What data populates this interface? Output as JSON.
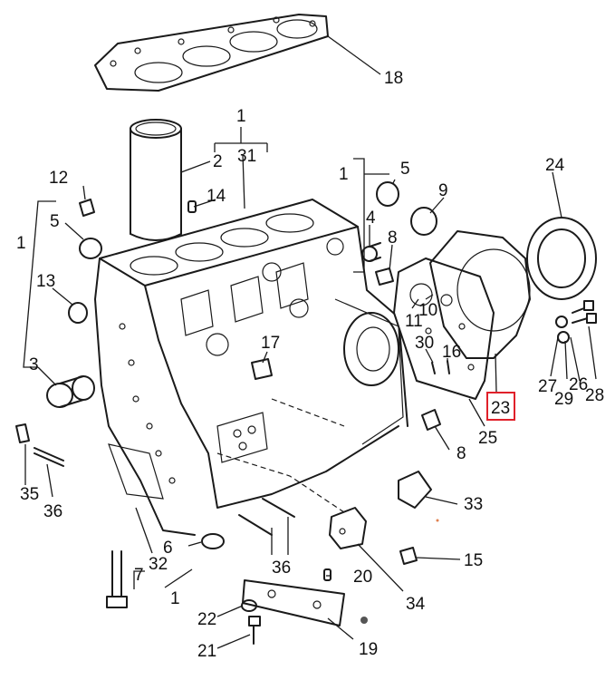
{
  "highlight_color": "#e0202a",
  "highlighted_callout": "23",
  "callouts": [
    {
      "id": "c18",
      "text": "18"
    },
    {
      "id": "c1a",
      "text": "1"
    },
    {
      "id": "c31",
      "text": "31"
    },
    {
      "id": "c2",
      "text": "2"
    },
    {
      "id": "c14",
      "text": "14"
    },
    {
      "id": "c12",
      "text": "12"
    },
    {
      "id": "c5a",
      "text": "5"
    },
    {
      "id": "c1b",
      "text": "1"
    },
    {
      "id": "c13",
      "text": "13"
    },
    {
      "id": "c3",
      "text": "3"
    },
    {
      "id": "c35",
      "text": "35"
    },
    {
      "id": "c36a",
      "text": "36"
    },
    {
      "id": "c1c",
      "text": "1"
    },
    {
      "id": "c5b",
      "text": "5"
    },
    {
      "id": "c9",
      "text": "9"
    },
    {
      "id": "c24",
      "text": "24"
    },
    {
      "id": "c4",
      "text": "4"
    },
    {
      "id": "c8a",
      "text": "8"
    },
    {
      "id": "c11",
      "text": "11"
    },
    {
      "id": "c10",
      "text": "10"
    },
    {
      "id": "c17",
      "text": "17"
    },
    {
      "id": "c30",
      "text": "30"
    },
    {
      "id": "c16",
      "text": "16"
    },
    {
      "id": "c27",
      "text": "27"
    },
    {
      "id": "c29",
      "text": "29"
    },
    {
      "id": "c26",
      "text": "26"
    },
    {
      "id": "c28",
      "text": "28"
    },
    {
      "id": "c23",
      "text": "23"
    },
    {
      "id": "c25",
      "text": "25"
    },
    {
      "id": "c8b",
      "text": "8"
    },
    {
      "id": "c33",
      "text": "33"
    },
    {
      "id": "c15",
      "text": "15"
    },
    {
      "id": "c6",
      "text": "6"
    },
    {
      "id": "c7",
      "text": "7"
    },
    {
      "id": "c32",
      "text": "32"
    },
    {
      "id": "c1d",
      "text": "1"
    },
    {
      "id": "c36b",
      "text": "36"
    },
    {
      "id": "c20",
      "text": "20"
    },
    {
      "id": "c34",
      "text": "34"
    },
    {
      "id": "c22",
      "text": "22"
    },
    {
      "id": "c21",
      "text": "21"
    },
    {
      "id": "c19",
      "text": "19"
    }
  ]
}
